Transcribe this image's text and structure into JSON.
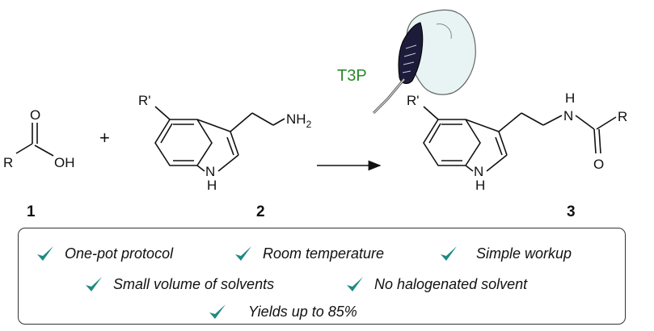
{
  "scheme": {
    "reagent": "T3P",
    "reagent_color": "#2a8a2a",
    "plus": "+",
    "compound_1": {
      "number": "1",
      "atoms": {
        "R": "R",
        "O": "O",
        "OH": "OH"
      }
    },
    "compound_2": {
      "number": "2",
      "atoms": {
        "Rprime": "R'",
        "NH2": "NH",
        "NH2_sub": "2",
        "N": "N",
        "H": "H"
      }
    },
    "compound_3": {
      "number": "3",
      "atoms": {
        "Rprime": "R'",
        "NH_H": "H",
        "NH_N": "N",
        "O": "O",
        "R": "R",
        "N": "N",
        "H": "H"
      }
    },
    "icons": [
      "flask-pipette-icon",
      "reaction-arrow-icon",
      "check-icon"
    ]
  },
  "features": {
    "check_color": "#1f8a82",
    "items": [
      "One-pot protocol",
      "Room temperature",
      "Simple workup",
      "Small volume of solvents",
      "No halogenated solvent",
      "Yields up to 85%"
    ]
  }
}
